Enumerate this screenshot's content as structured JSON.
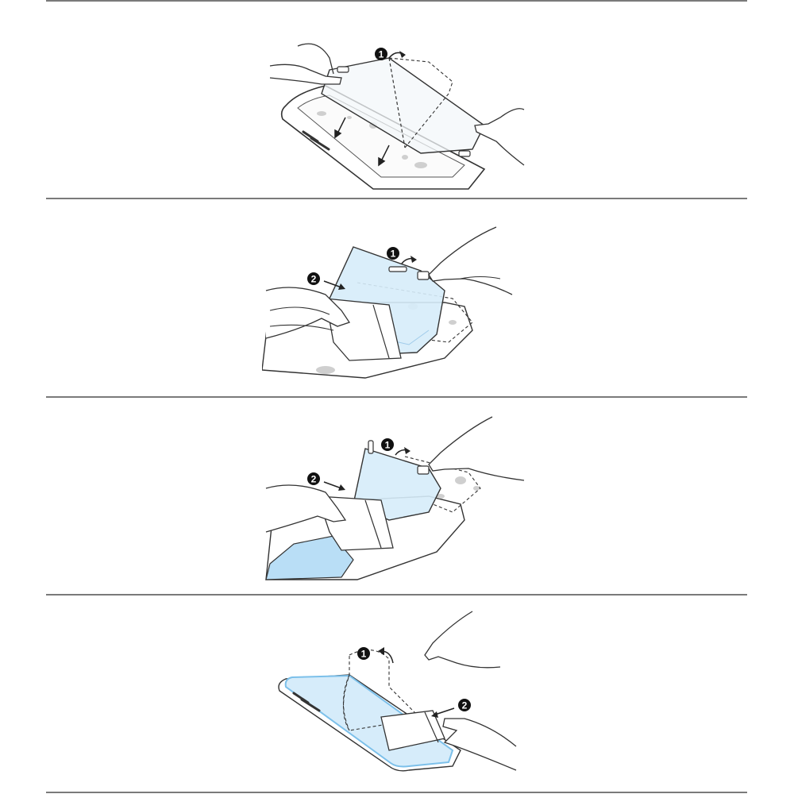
{
  "colors": {
    "line": "#333333",
    "glass": "#d6ecfa",
    "glass_dark": "#b9def6",
    "badge": "#111111",
    "divider": "#7a7a7a",
    "dust": "#c8c8c8"
  },
  "steps": [
    {
      "markers": [
        "1"
      ]
    },
    {
      "markers": [
        "1",
        "2"
      ]
    },
    {
      "markers": [
        "1",
        "2"
      ]
    },
    {
      "markers": [
        "1",
        "2"
      ]
    }
  ]
}
